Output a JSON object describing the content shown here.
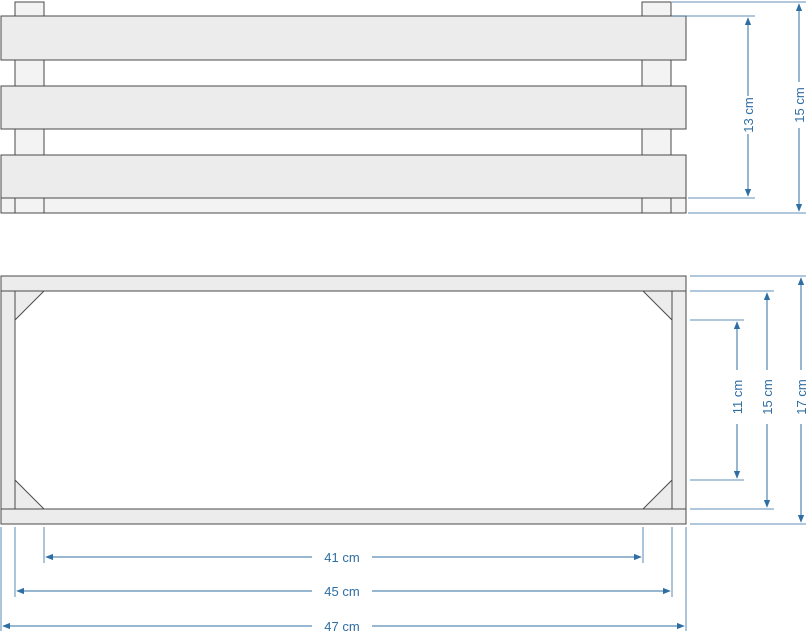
{
  "colors": {
    "dimension": "#2f6ea3",
    "wood": "#ececec",
    "outline": "#4a4a4a"
  },
  "front_view": {
    "dimensions": {
      "inner_height": "13 cm",
      "outer_height": "15 cm"
    }
  },
  "top_view": {
    "dimensions": {
      "inner_width": "11 cm",
      "mid_width": "15 cm",
      "outer_width": "17 cm",
      "inner_length": "41 cm",
      "mid_length": "45 cm",
      "outer_length": "47 cm"
    }
  }
}
